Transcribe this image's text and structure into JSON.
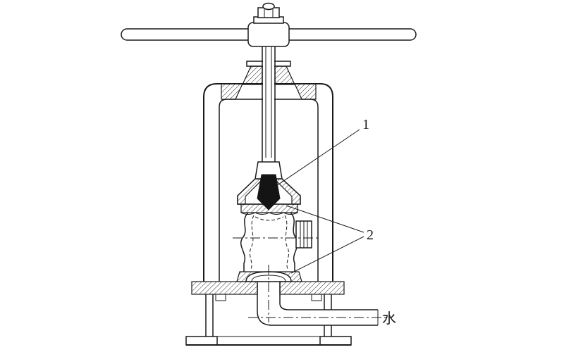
{
  "diagram": {
    "type": "engineering line drawing - valve cross-section on stand with water inlet pipe",
    "labels": {
      "callout_1": "1",
      "callout_2": "2",
      "water": "水"
    },
    "colors": {
      "line": "#1a1a1a",
      "background": "#ffffff",
      "dark_fill": "#141414"
    }
  }
}
